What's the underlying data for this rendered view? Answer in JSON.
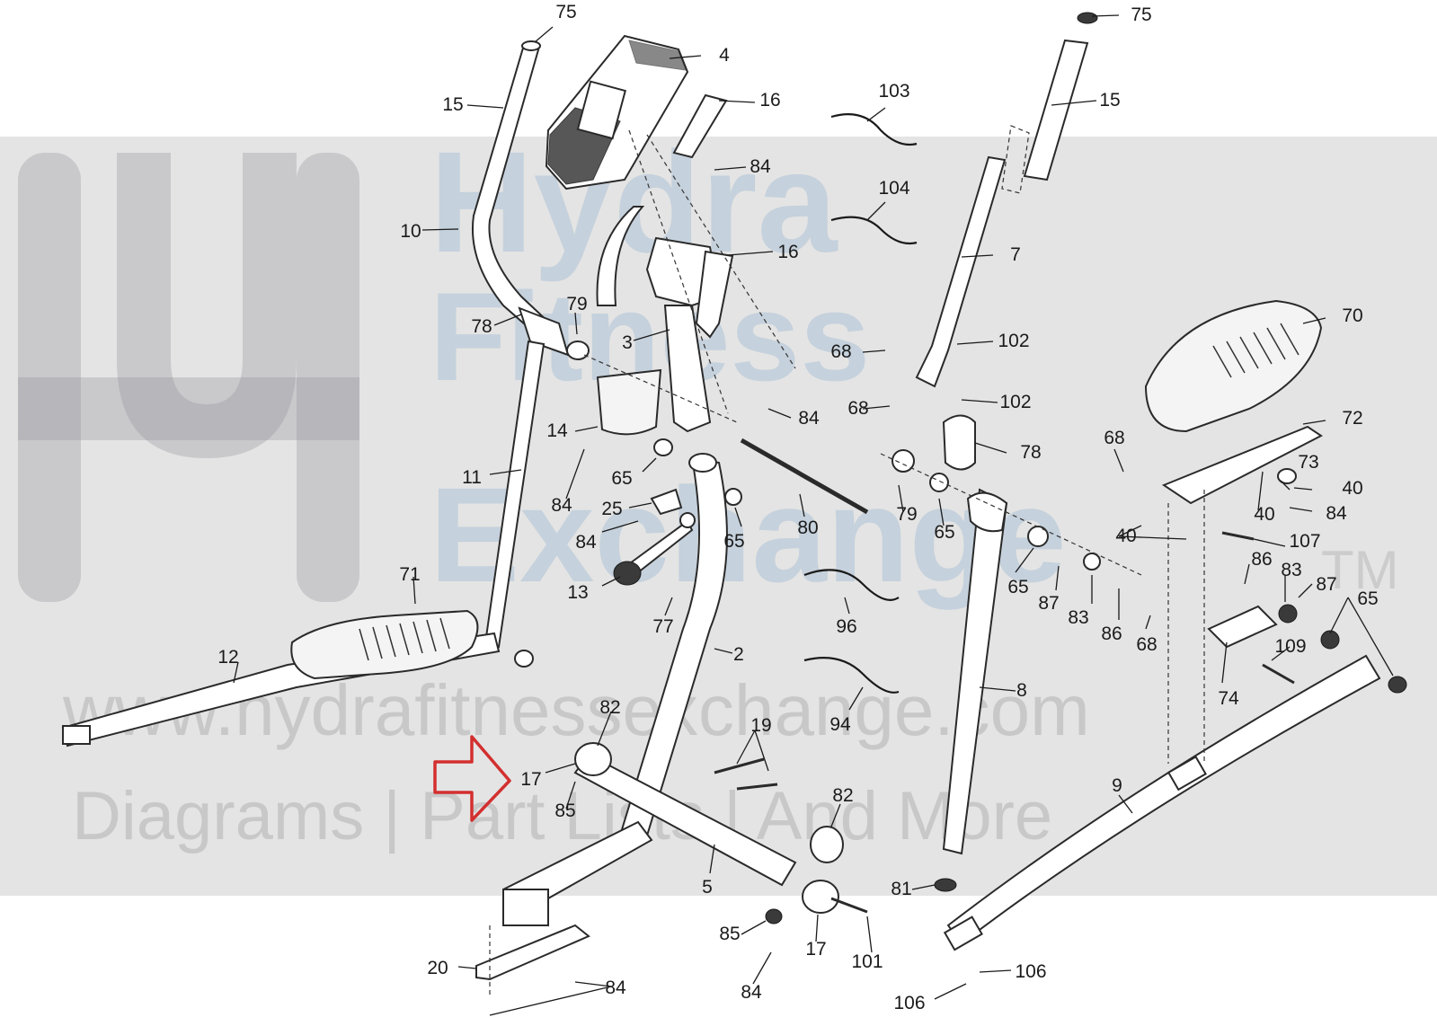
{
  "watermark": {
    "brand_lines": [
      "Hydra",
      "Fitness",
      "Exchange"
    ],
    "trademark": "TM",
    "url": "www.hydrafitnessexchange.com",
    "tagline": "Diagrams | Part Lists | And More"
  },
  "callout": {
    "color": "#d32f2f",
    "icon": "right-arrow-icon",
    "target_part": "17"
  },
  "part_labels": [
    "75",
    "4",
    "16",
    "75",
    "15",
    "15",
    "103",
    "84",
    "104",
    "10",
    "16",
    "7",
    "79",
    "78",
    "3",
    "70",
    "68",
    "102",
    "68",
    "102",
    "84",
    "14",
    "78",
    "72",
    "68",
    "65",
    "73",
    "40",
    "11",
    "84",
    "40",
    "84",
    "25",
    "79",
    "65",
    "80",
    "84",
    "65",
    "40",
    "107",
    "86",
    "83",
    "87",
    "65",
    "13",
    "77",
    "96",
    "87",
    "83",
    "65",
    "86",
    "68",
    "71",
    "109",
    "12",
    "2",
    "74",
    "8",
    "82",
    "19",
    "94",
    "17",
    "85",
    "9",
    "82",
    "5",
    "81",
    "85",
    "17",
    "101",
    "20",
    "84",
    "106",
    "84",
    "106"
  ]
}
